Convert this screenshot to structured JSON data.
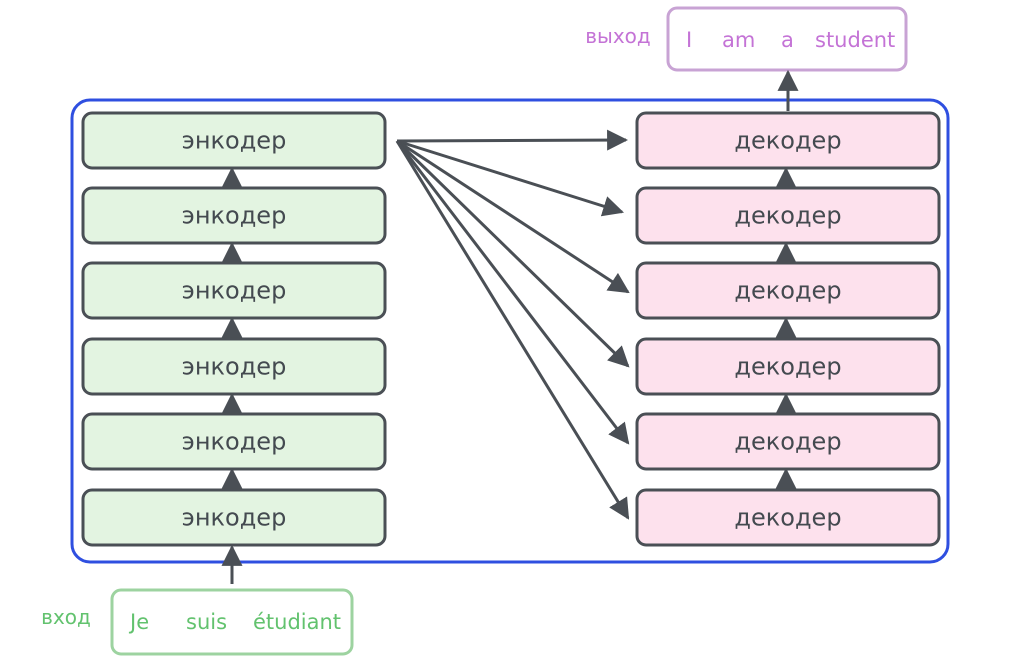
{
  "input": {
    "label": "вход",
    "tokens": [
      "Je",
      "suis",
      "étudiant"
    ],
    "color": "#62c26e"
  },
  "output": {
    "label": "выход",
    "tokens": [
      "I",
      "am",
      "a",
      "student"
    ],
    "color": "#c473d6"
  },
  "encoders": {
    "label": "энкодер",
    "count": 6,
    "fill": "#e3f4e1"
  },
  "decoders": {
    "label": "декодер",
    "count": 6,
    "fill": "#fde1ed"
  },
  "colors": {
    "container_border": "#2f4fe0",
    "box_border": "#4a4f55",
    "arrow": "#4a4f55",
    "text": "#444a50"
  }
}
